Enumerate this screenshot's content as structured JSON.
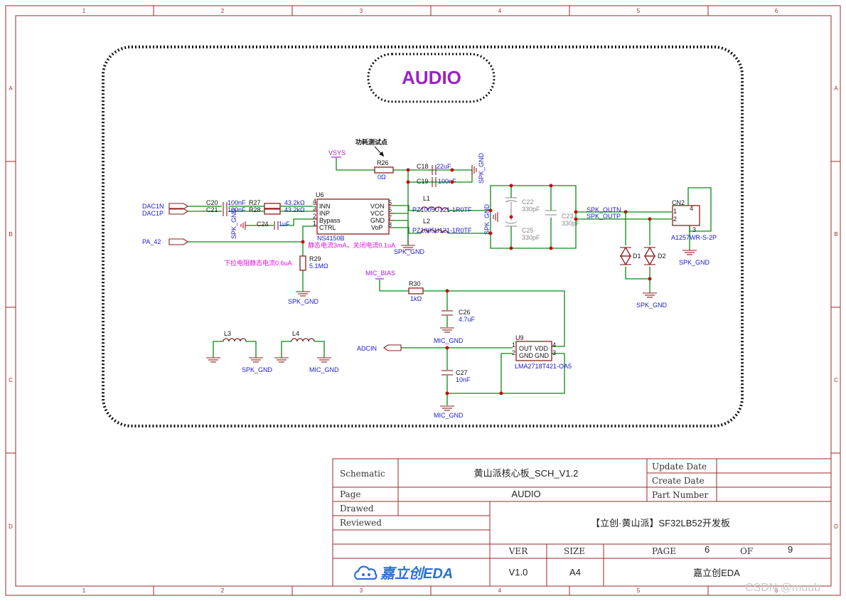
{
  "block_title": "AUDIO",
  "border": {
    "cols": [
      "1",
      "2",
      "3",
      "4",
      "5",
      "6"
    ],
    "rows": [
      "A",
      "B",
      "C",
      "D"
    ]
  },
  "nets": {
    "vsys": "VSYS",
    "dac1n": "DAC1N",
    "dac1p": "DAC1P",
    "pa42": "PA_42",
    "spk_gnd": "SPK_GND",
    "mic_gnd": "MIC_GND",
    "mic_bias": "MIC_BIAS",
    "adcin": "ADCIN",
    "spk_outn": "SPK_OUTN",
    "spk_outp": "SPK_OUTP"
  },
  "notes": {
    "test_point": "功耗测试点",
    "static_current": "静态电流3mA，关闭电流0.1uA",
    "pulldown": "下拉电阻静态电流0.6uA"
  },
  "components": {
    "R26": {
      "ref": "R26",
      "value": "0Ω"
    },
    "R27": {
      "ref": "R27",
      "value": "43.2kΩ"
    },
    "R28": {
      "ref": "R28",
      "value": "43.2kΩ"
    },
    "R29": {
      "ref": "R29",
      "value": "5.1MΩ"
    },
    "R30": {
      "ref": "R30",
      "value": "1kΩ"
    },
    "C18": {
      "ref": "C18",
      "value": "22uF"
    },
    "C19": {
      "ref": "C19",
      "value": "100nF"
    },
    "C20": {
      "ref": "C20",
      "value": "100nF"
    },
    "C21": {
      "ref": "C21",
      "value": "100nF"
    },
    "C22": {
      "ref": "C22",
      "value": "330pF"
    },
    "C23": {
      "ref": "C23",
      "value": "330pF"
    },
    "C24": {
      "ref": "C24",
      "value": "1uF"
    },
    "C25": {
      "ref": "C25",
      "value": "330pF"
    },
    "C26": {
      "ref": "C26",
      "value": "4.7uF"
    },
    "C27": {
      "ref": "C27",
      "value": "10nF"
    },
    "L1": {
      "ref": "L1",
      "value": "PZ1005U121-1R0TF"
    },
    "L2": {
      "ref": "L2",
      "value": "PZ1005U121-1R0TF"
    },
    "L3": {
      "ref": "L3"
    },
    "L4": {
      "ref": "L4"
    },
    "D1": {
      "ref": "D1"
    },
    "D2": {
      "ref": "D2"
    },
    "U6": {
      "ref": "U6",
      "value": "NS4150B",
      "pins_left": [
        "INN",
        "INP",
        "Bypass",
        "CTRL"
      ],
      "pins_left_num": [
        "4",
        "3",
        "2",
        "1"
      ],
      "pins_right": [
        "VON",
        "VCC",
        "GND",
        "VoP"
      ],
      "pins_right_num": [
        "5",
        "6",
        "7",
        "8"
      ]
    },
    "U9": {
      "ref": "U9",
      "value": "LMA2718T421-OA5",
      "pins_left": [
        "OUT",
        "GND"
      ],
      "pins_left_num": [
        "1",
        "2"
      ],
      "pins_right": [
        "VDD",
        "GND"
      ],
      "pins_right_num": [
        "4",
        "3"
      ]
    },
    "CN2": {
      "ref": "CN2",
      "value": "A1257WR-S-2P",
      "pins": [
        "1",
        "2",
        "3",
        "4"
      ]
    }
  },
  "title_block": {
    "schematic_label": "Schematic",
    "schematic_value": "黄山派核心板_SCH_V1.2",
    "page_label": "Page",
    "page_value": "AUDIO",
    "drawed_label": "Drawed",
    "reviewed_label": "Reviewed",
    "update_date_label": "Update Date",
    "create_date_label": "Create Date",
    "part_number_label": "Part Number",
    "board_title": "【立创·黄山派】SF32LB52开发板",
    "ver_label": "VER",
    "size_label": "SIZE",
    "page_num_label": "PAGE",
    "page_num": "6",
    "of_label": "OF",
    "page_total": "9",
    "ver_value": "V1.0",
    "size_value": "A4",
    "company": "嘉立创EDA",
    "logo_text": "嘉立创EDA"
  },
  "watermark": "CSDN @muub"
}
